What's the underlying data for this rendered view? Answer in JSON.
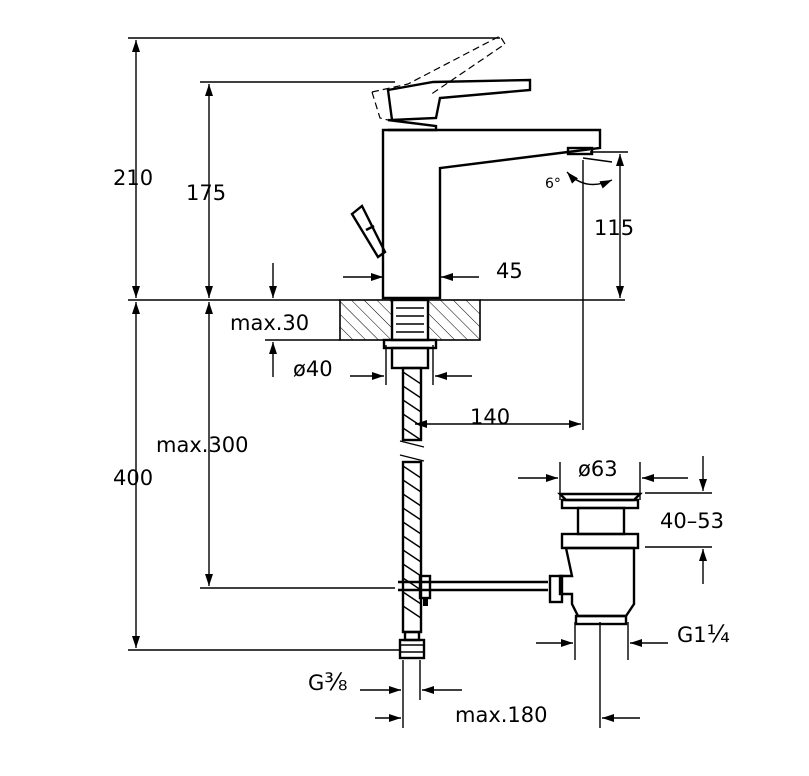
{
  "dimensions": {
    "overall_height": "210",
    "spout_height": "175",
    "aerator_height": "115",
    "spout_angle": "6°",
    "body_width": "45",
    "deck_thickness": "max.30",
    "hole_diameter": "ø40",
    "spout_reach": "140",
    "hose_length": "max.300",
    "below_deck_length": "400",
    "waste_diameter": "ø63",
    "waste_adjust": "40–53",
    "waste_thread_major": "G1",
    "waste_thread_fraction": "¼",
    "inlet_thread_major": "G",
    "inlet_thread_fraction": "⅜",
    "rod_length": "max.180"
  },
  "icons": [
    "arrow-icon"
  ]
}
